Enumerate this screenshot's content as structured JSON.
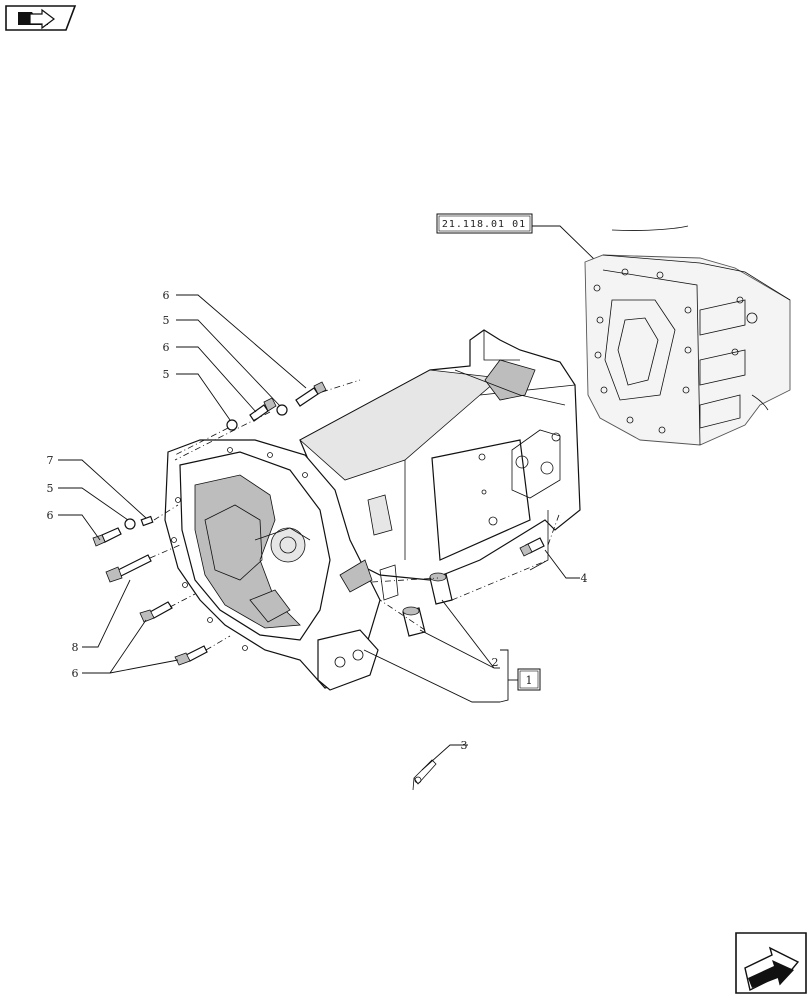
{
  "header": {
    "nav_icon": "folder-arrow-icon"
  },
  "footer": {
    "nav_icon": "next-page-arrow-icon"
  },
  "reference": {
    "related_page": "21.118.01 01",
    "assembly_box": "1"
  },
  "callouts": {
    "bolt_upper_a": "6",
    "washer_upper_a": "5",
    "bolt_upper_b": "6",
    "washer_upper_b": "5",
    "pin": "7",
    "washer_left": "5",
    "bolt_left": "6",
    "stud": "8",
    "bolt_lower": "6",
    "dowels": "2",
    "split_pin": "3",
    "rear_bolt": "4"
  },
  "colors": {
    "line": "#111111",
    "fill_grey": "#bdbdbd",
    "background": "#ffffff"
  }
}
